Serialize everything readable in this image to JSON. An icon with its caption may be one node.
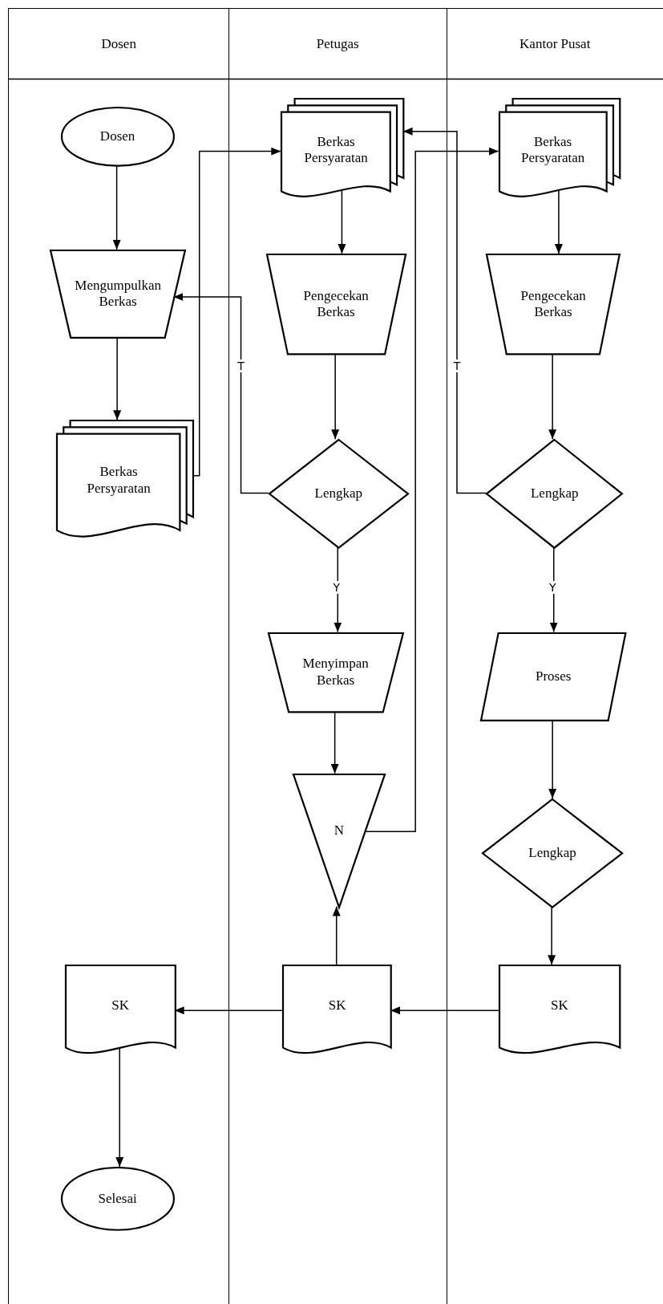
{
  "diagram": {
    "nodes": [
      {
        "text": [
          "Dosen"
        ]
      },
      {
        "text": [
          "Petugas"
        ]
      },
      {
        "text": [
          "Kantor Pusat"
        ]
      },
      {
        "text": [
          "Dosen"
        ],
        "in": 0
      },
      {
        "text": [
          "Mengumpulkan Berkas"
        ],
        "in": 0
      },
      {
        "text": [
          "Berkas Persyaratan"
        ],
        "in": 0
      },
      {
        "text": [
          "Berkas Persyaratan"
        ],
        "in": 1
      },
      {
        "text": [
          "Pengecekan Berkas"
        ],
        "in": 1
      },
      {
        "text": [
          "Lengkap"
        ],
        "in": 1
      },
      {
        "text": [
          "Menyimpan Berkas"
        ],
        "in": 1
      },
      {
        "text": [
          "N"
        ],
        "in": 1
      },
      {
        "text": [
          "SK"
        ],
        "in": 1
      },
      {
        "text": [
          "Berkas Persyaratan"
        ],
        "in": 2
      },
      {
        "text": [
          "Pengecekan Berkas"
        ],
        "in": 2
      },
      {
        "text": [
          "Lengkap"
        ],
        "in": 2
      },
      {
        "text": [
          "Proses"
        ],
        "in": 2
      },
      {
        "text": [
          "Lengkap"
        ],
        "in": 2
      },
      {
        "text": [
          "SK"
        ],
        "in": 2
      },
      {
        "text": [
          "SK"
        ],
        "in": 0
      },
      {
        "text": [
          "Selesai"
        ],
        "in": 0
      }
    ],
    "edges": [
      {
        "from": 3,
        "to": 4,
        "arrow": "to"
      },
      {
        "from": 4,
        "to": 5,
        "arrow": "to"
      },
      {
        "from": 5,
        "to": 6,
        "arrow": "to"
      },
      {
        "from": 6,
        "to": 7,
        "arrow": "to"
      },
      {
        "from": 7,
        "to": 8,
        "arrow": "to"
      },
      {
        "from": 8,
        "to": 4,
        "arrow": "to",
        "label": "T"
      },
      {
        "from": 8,
        "to": 9,
        "arrow": "to",
        "label": "Y"
      },
      {
        "from": 9,
        "to": 10,
        "arrow": "to"
      },
      {
        "from": 10,
        "to": 12,
        "arrow": "to"
      },
      {
        "from": 12,
        "to": 13,
        "arrow": "to"
      },
      {
        "from": 13,
        "to": 14,
        "arrow": "to"
      },
      {
        "from": 14,
        "to": 6,
        "arrow": "to",
        "label": "T"
      },
      {
        "from": 14,
        "to": 15,
        "arrow": "to",
        "label": "Y"
      },
      {
        "from": 15,
        "to": 16,
        "arrow": "to"
      },
      {
        "from": 16,
        "to": 17,
        "arrow": "to"
      },
      {
        "from": 17,
        "to": 11,
        "arrow": "to"
      },
      {
        "from": 11,
        "to": 10,
        "arrow": "to"
      },
      {
        "from": 11,
        "to": 18,
        "arrow": "to"
      },
      {
        "from": 18,
        "to": 19,
        "arrow": "to"
      }
    ]
  }
}
